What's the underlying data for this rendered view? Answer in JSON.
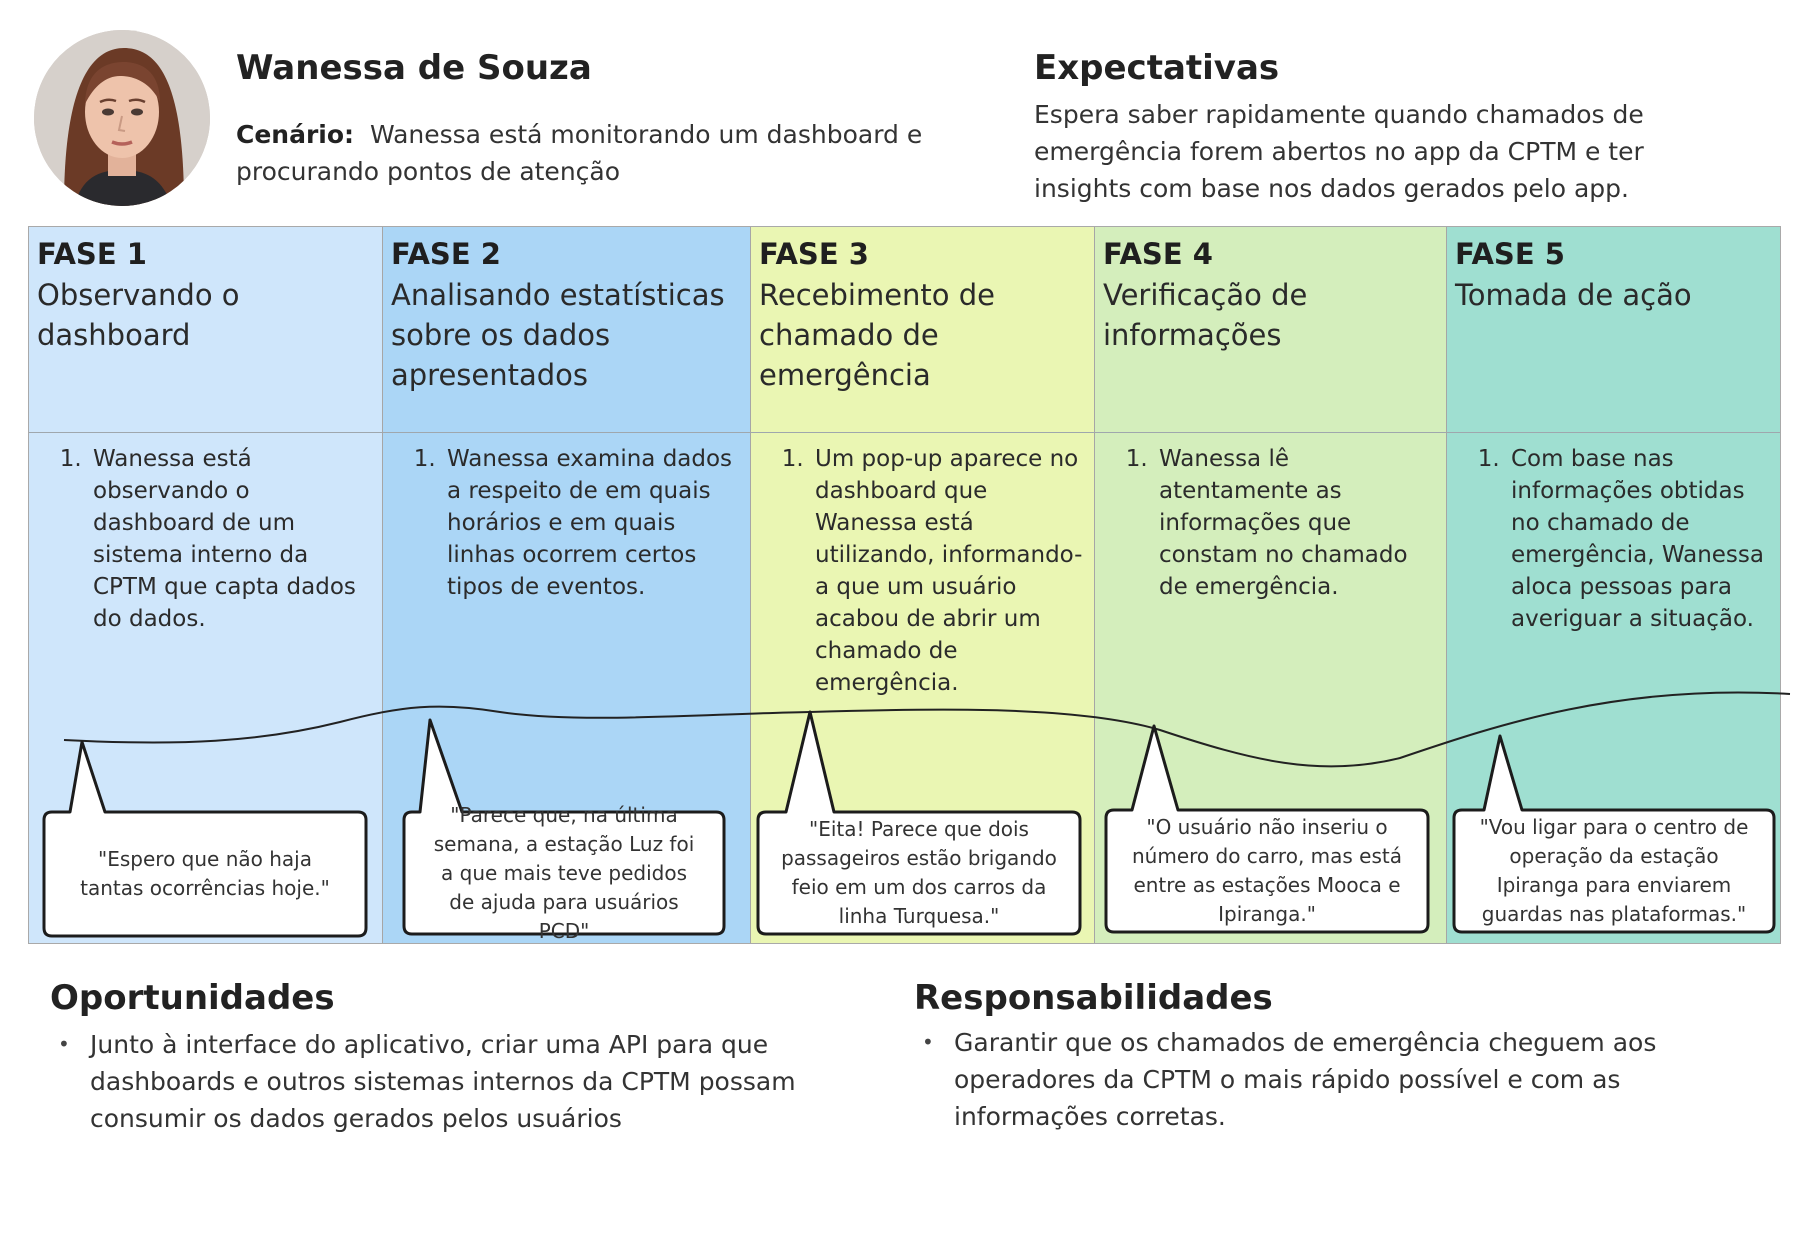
{
  "persona": {
    "name": "Wanessa de Souza",
    "scenario_label": "Cenário:",
    "scenario_text": "Wanessa está monitorando um dashboard e procurando pontos de atenção"
  },
  "expectations": {
    "title": "Expectativas",
    "text": "Espera saber rapidamente quando chamados de emergência forem abertos no app da CPTM e ter insights com base nos dados gerados pelo app."
  },
  "phases": [
    {
      "label": "FASE 1",
      "title": "Observando o dashboard",
      "color": "#cfe6fb",
      "step": "Wanessa está observando o dashboard de um sistema interno da CPTM que capta dados do dados.",
      "quote": "\"Espero que não haja tantas ocorrências hoje.\""
    },
    {
      "label": "FASE 2",
      "title": "Analisando estatísticas sobre os dados apresentados",
      "color": "#abd6f6",
      "step": "Wanessa examina dados a respeito de em quais horários e em quais linhas ocorrem certos tipos de eventos.",
      "quote": "\"Parece que, na última semana, a estação Luz foi a que mais teve pedidos de ajuda para usuários PCD\""
    },
    {
      "label": "FASE 3",
      "title": "Recebimento de chamado de emergência",
      "color": "#eaf6b3",
      "step": "Um pop-up aparece no dashboard que Wanessa está utilizando, informando-a que um usuário acabou de abrir um chamado de emergência.",
      "quote": "\"Eita! Parece que dois passageiros estão brigando feio em um dos carros da linha Turquesa.\""
    },
    {
      "label": "FASE 4",
      "title": "Verificação de informações",
      "color": "#d4eebc",
      "step": "Wanessa lê atentamente as informações que constam no chamado de emergência.",
      "quote": "\"O usuário não inseriu o número do carro, mas está entre as estações Mooca e Ipiranga.\""
    },
    {
      "label": "FASE 5",
      "title": "Tomada de ação",
      "color": "#9fdfd1",
      "step": "Com base nas informações obtidas no chamado de emergência, Wanessa aloca pessoas para averiguar a situação.",
      "quote": "\"Vou ligar para o centro de operação da estação Ipiranga para enviarem guardas nas plataformas.\""
    }
  ],
  "opportunities": {
    "title": "Oportunidades",
    "items": [
      "Junto à interface do aplicativo, criar uma API para que dashboards e outros sistemas internos da CPTM possam consumir os dados gerados pelos usuários"
    ]
  },
  "responsibilities": {
    "title": "Responsabilidades",
    "items": [
      "Garantir que os chamados de emergência cheguem aos operadores da CPTM o mais rápido possível e com as informações corretas."
    ]
  }
}
